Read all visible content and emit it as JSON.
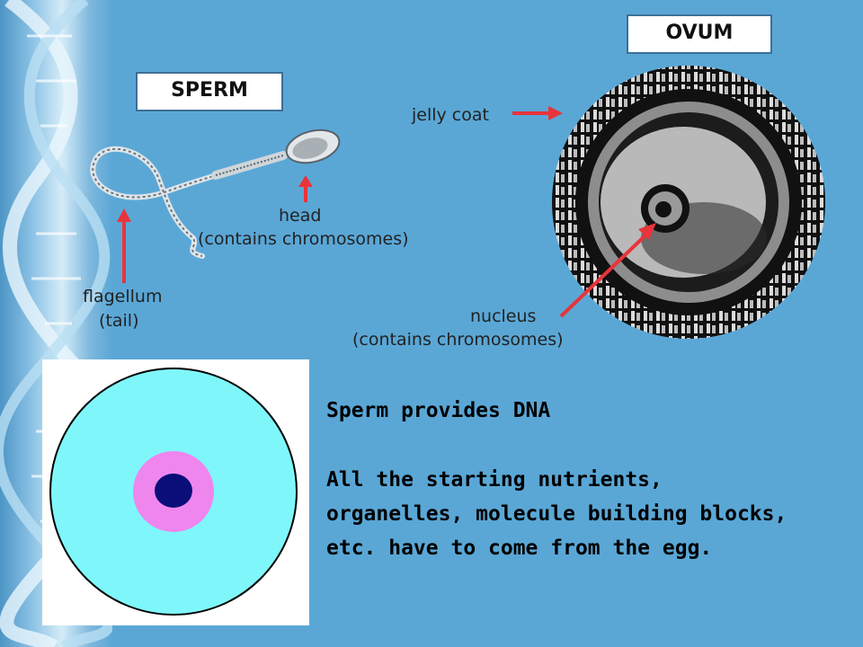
{
  "labels": {
    "sperm_title": "SPERM",
    "ovum_title": "OVUM"
  },
  "sperm_annotations": {
    "head_line1": "head",
    "head_line2": "(contains chromosomes)",
    "flagellum_line1": "flagellum",
    "flagellum_line2": "(tail)"
  },
  "ovum_annotations": {
    "jelly_coat": "jelly coat",
    "nucleus_line1": "nucleus",
    "nucleus_line2": "(contains chromosomes)"
  },
  "body": {
    "line1": "Sperm provides DNA",
    "line2": "All the starting nutrients,",
    "line3": "organelles, molecule building blocks,",
    "line4": "etc. have to come from the egg."
  },
  "colors": {
    "background": "#5aa7d6",
    "arrow": "#e8343a",
    "cell_cytoplasm": "#7ff7fa",
    "cell_nucleus_halo": "#ee86ee",
    "cell_nucleus": "#0b0e78"
  }
}
